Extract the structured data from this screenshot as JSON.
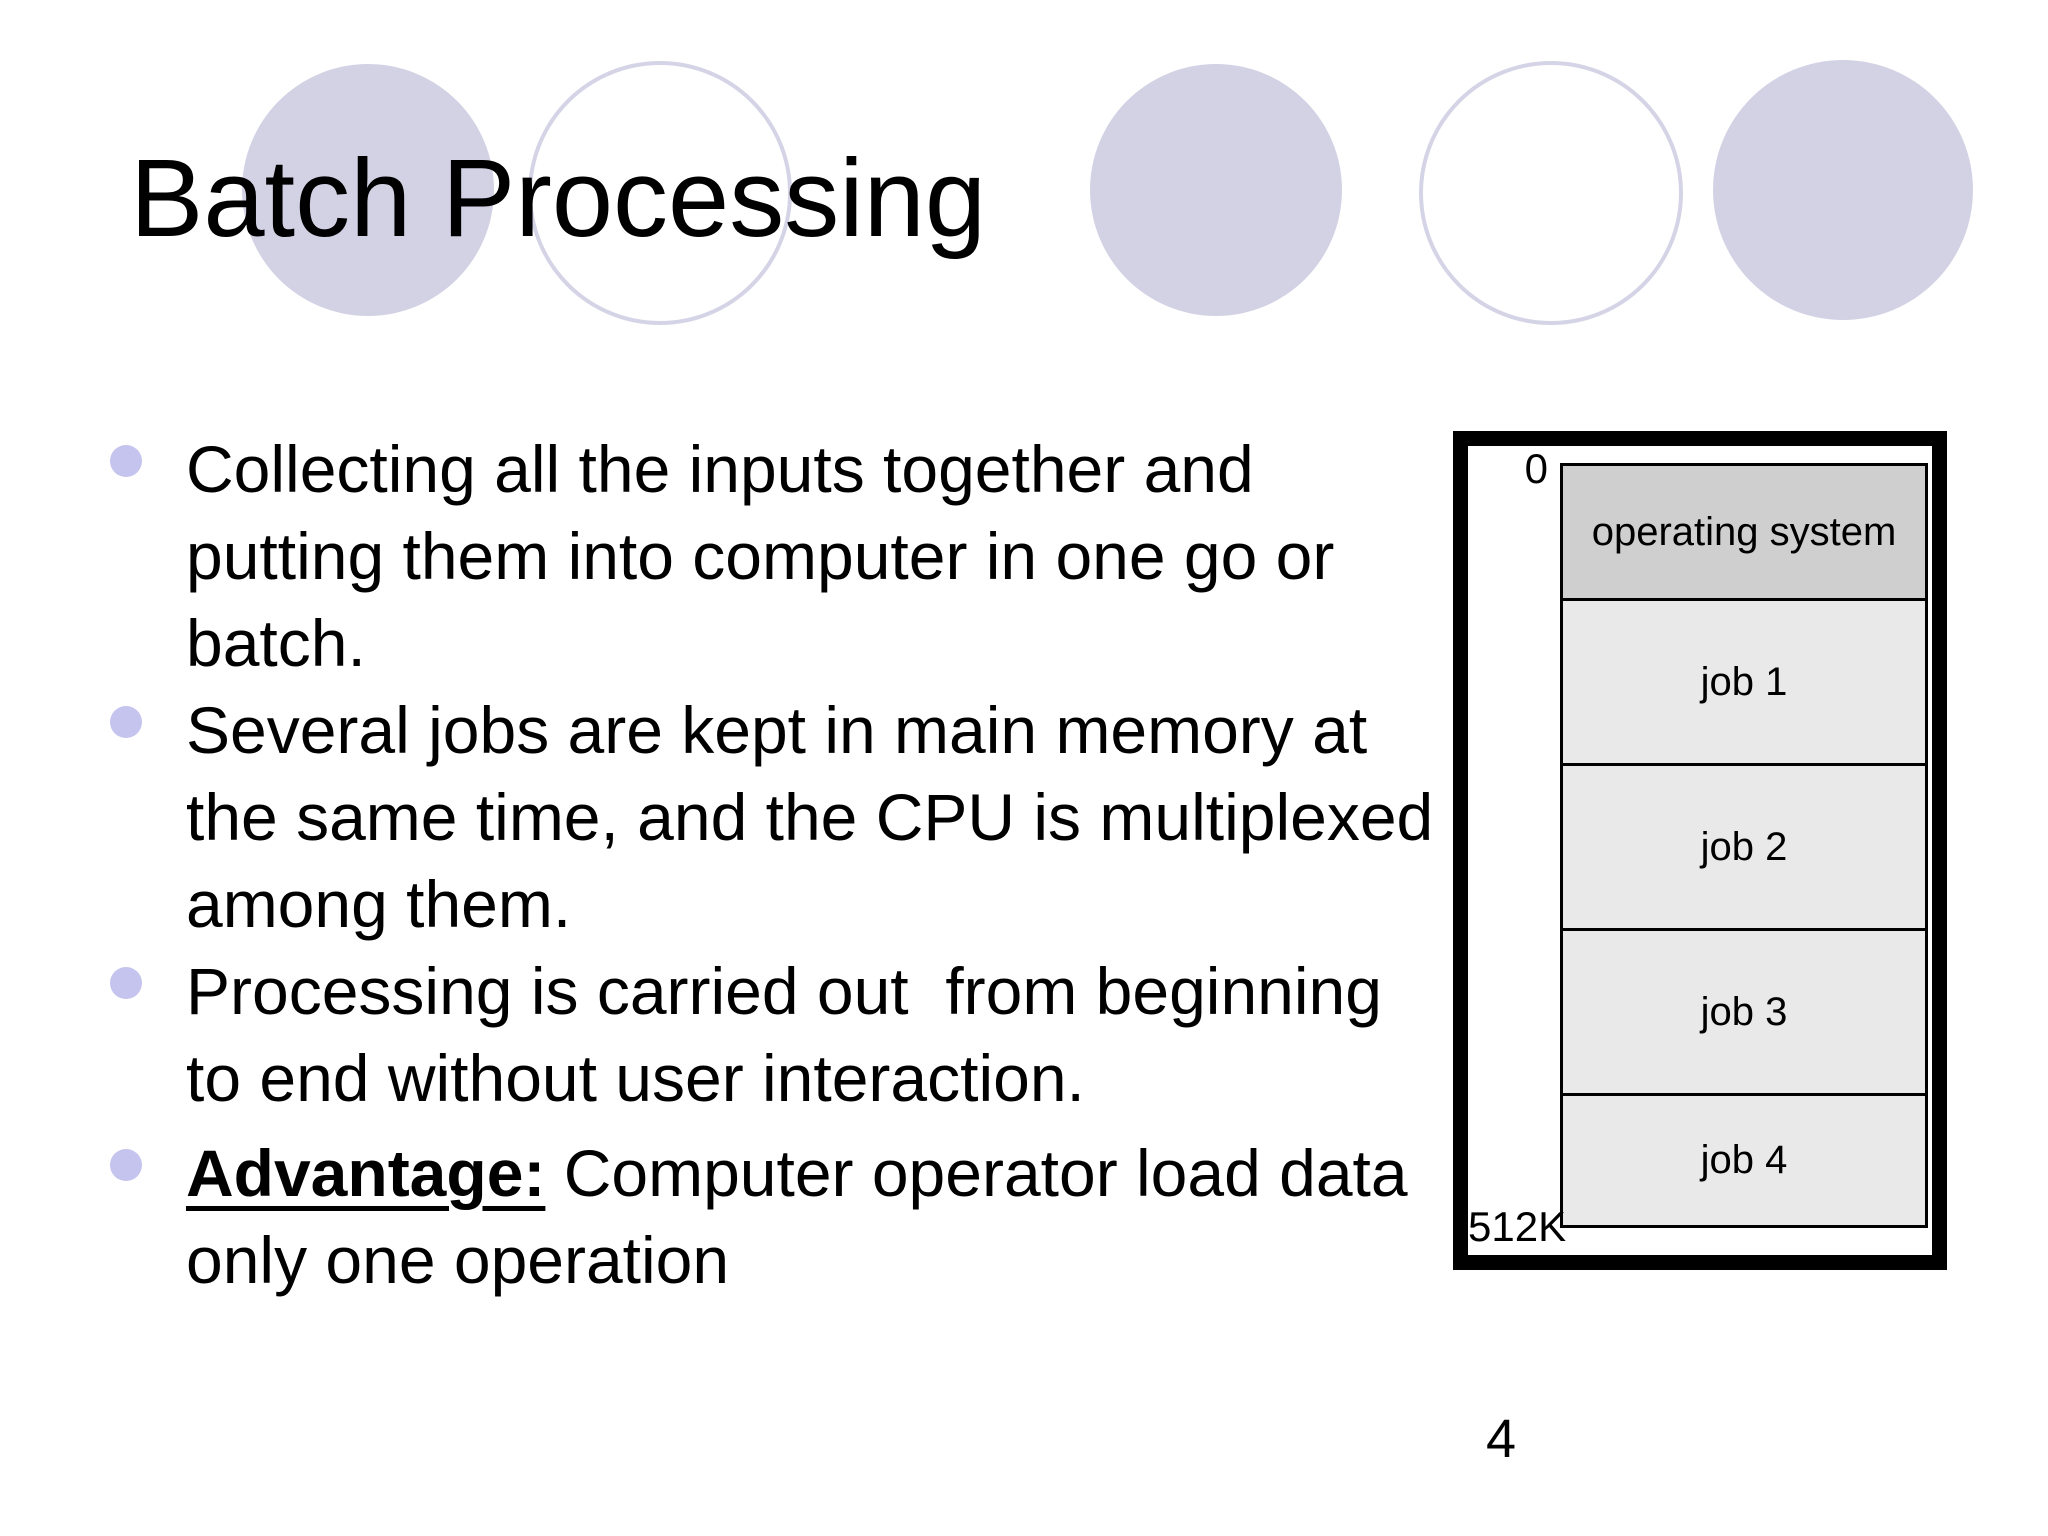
{
  "slide": {
    "title": "Batch Processing",
    "page_number": "4"
  },
  "bullets": [
    {
      "lines": [
        "Collecting all the inputs together and",
        "putting them into computer in one go or",
        "batch."
      ]
    },
    {
      "lines": [
        "Several jobs are kept in main memory at",
        "the same time, and the CPU is multiplexed",
        "among them."
      ]
    },
    {
      "lines": [
        "Processing is carried out  from beginning",
        "to end without user interaction."
      ]
    },
    {
      "lead": "Advantage:",
      "after_lead": " Computer operator load data",
      "lines": [
        "only one operation"
      ]
    }
  ],
  "diagram": {
    "top_label": "0",
    "bottom_label": "512K",
    "boxes": [
      {
        "label": "operating system",
        "fill": "#cfcfcf"
      },
      {
        "label": "job 1",
        "fill": "#e9e9e9"
      },
      {
        "label": "job 2",
        "fill": "#e9e9e9"
      },
      {
        "label": "job 3",
        "fill": "#e9e9e9"
      },
      {
        "label": "job 4",
        "fill": "#e9e9e9"
      }
    ]
  },
  "colors": {
    "accent_circle_fill": "#d3d2e5",
    "accent_circle_outline": "#d5d4e6",
    "bullet_dot": "#c5c4ef",
    "os_box_fill": "#cfcfcf",
    "job_box_fill": "#e9e9e9",
    "diagram_border": "#000000",
    "text": "#000000",
    "background": "#ffffff"
  }
}
